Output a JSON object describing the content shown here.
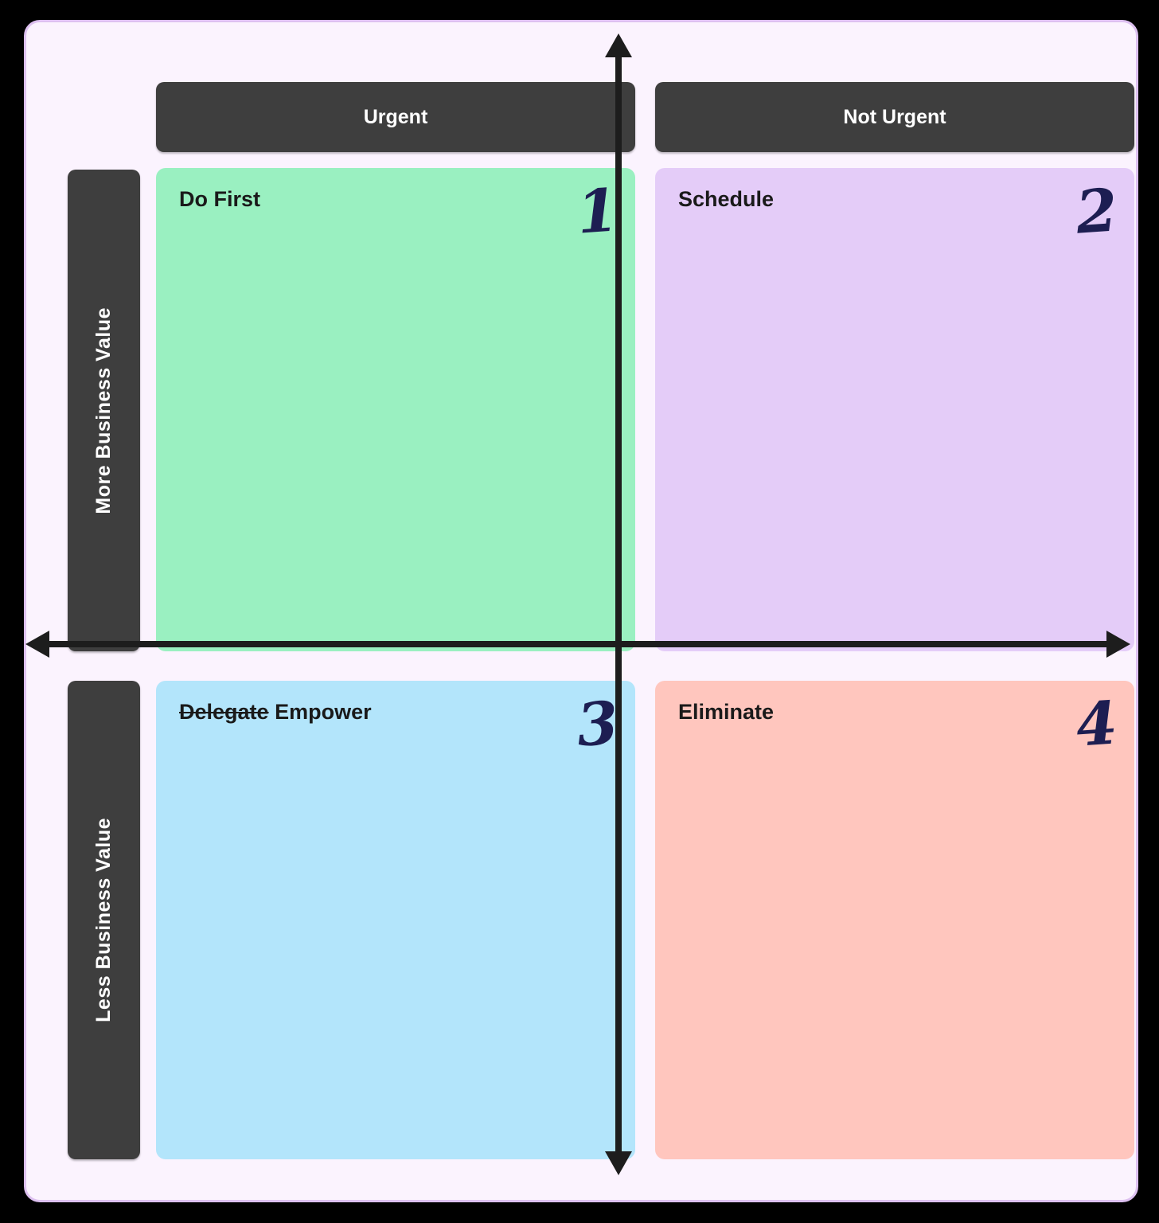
{
  "page": {
    "background": "#000000",
    "card_background": "#fbf3fe",
    "card_border": "#ddc0f0",
    "bar_color": "#3e3e3e",
    "axis_color": "#1d1d1d"
  },
  "columns": [
    {
      "id": "urgent",
      "label": "Urgent"
    },
    {
      "id": "not-urgent",
      "label": "Not Urgent"
    }
  ],
  "rows": [
    {
      "id": "more-business-value",
      "label": "More Business Value"
    },
    {
      "id": "less-business-value",
      "label": "Less Business Value"
    }
  ],
  "quadrants": [
    {
      "id": "do-first",
      "title": "Do First",
      "number": "1",
      "background": "#9af0c1",
      "number_color": "#1d1e52"
    },
    {
      "id": "schedule",
      "title": "Schedule",
      "number": "2",
      "background": "#e4ccf8",
      "number_color": "#1d1e52"
    },
    {
      "id": "empower",
      "struck_title": "Delegate",
      "title": "Empower",
      "number": "3",
      "background": "#b3e5fb",
      "number_color": "#1d1e52"
    },
    {
      "id": "eliminate",
      "title": "Eliminate",
      "number": "4",
      "background": "#ffc6be",
      "number_color": "#1d1e52"
    }
  ]
}
